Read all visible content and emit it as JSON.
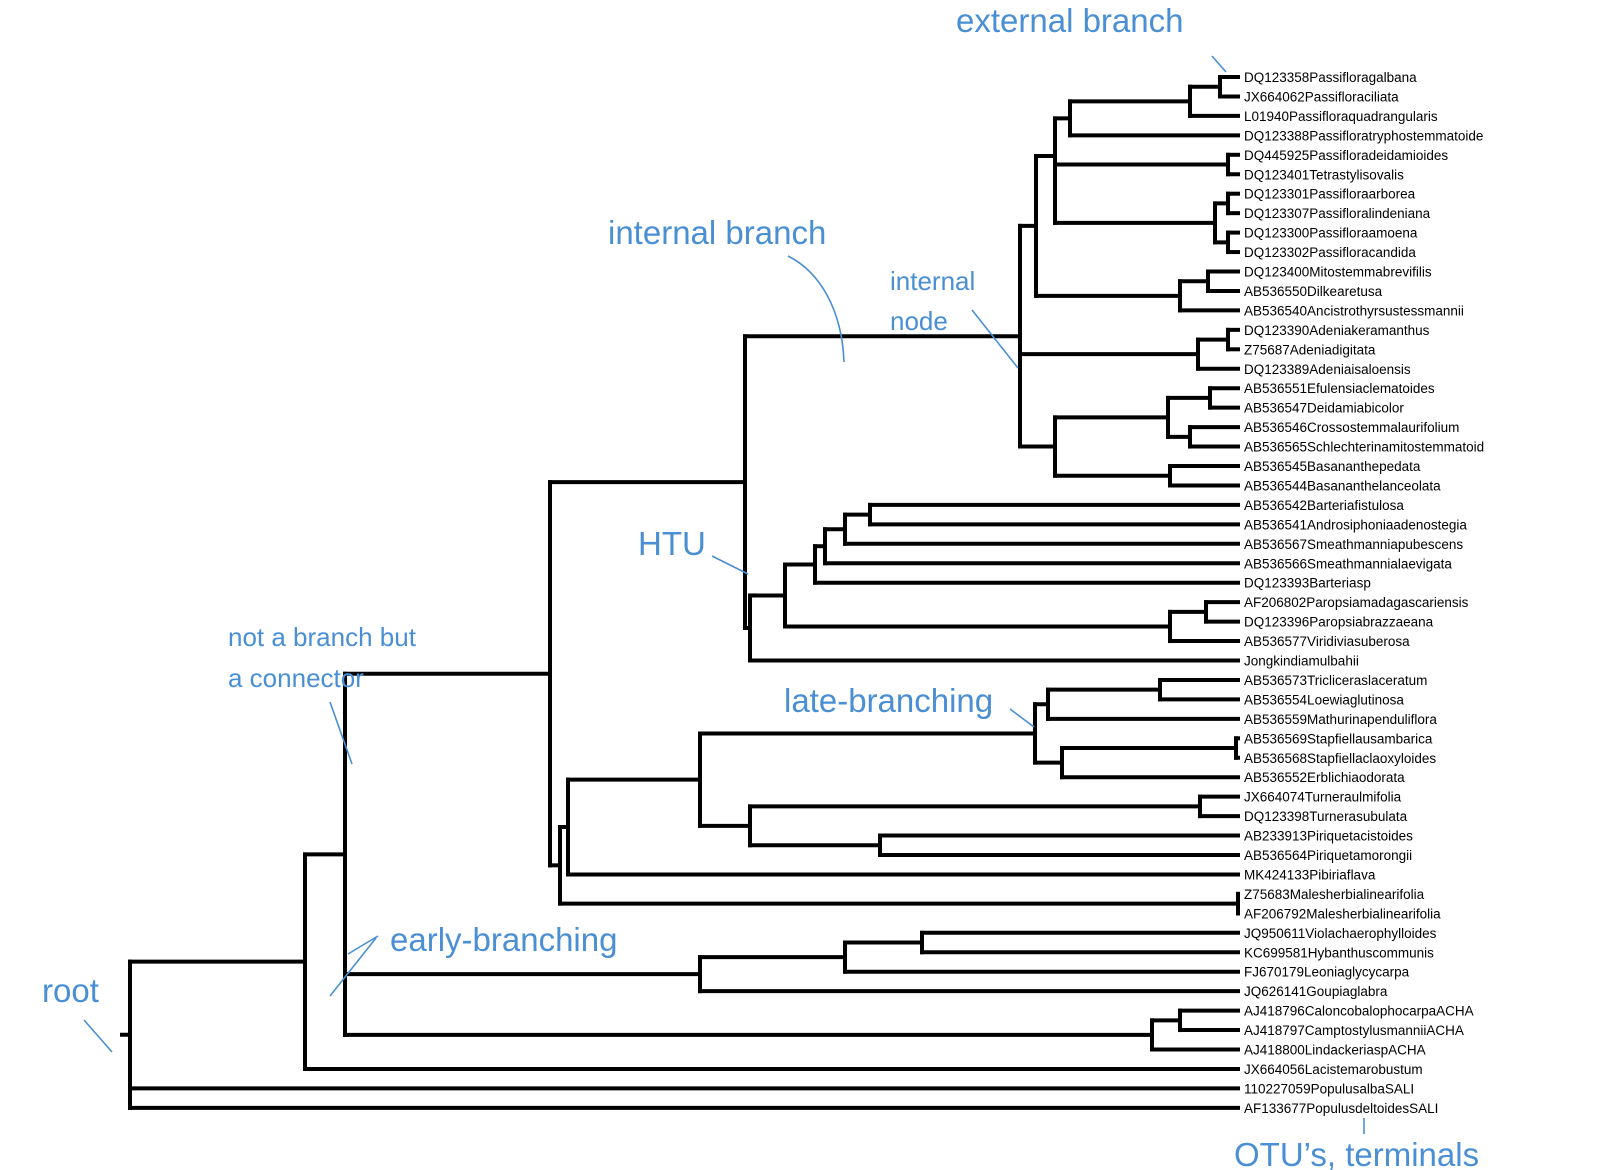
{
  "taxa": [
    "DQ123358Passifloragalbana",
    "JX664062Passifloraciliata",
    "L01940Passifloraquadrangularis",
    "DQ123388Passifloratryphostemmatoide",
    "DQ445925Passifloradeidamioides",
    "DQ123401Tetrastylisovalis",
    "DQ123301Passifloraarborea",
    "DQ123307Passifloralindeniana",
    "DQ123300Passifloraamoena",
    "DQ123302Passifloracandida",
    "DQ123400Mitostemmabrevifilis",
    "AB536550Dilkearetusa",
    "AB536540Ancistrothyrsustessmannii",
    "DQ123390Adeniakeramanthus",
    "Z75687Adeniadigitata",
    "DQ123389Adeniaisaloensis",
    "AB536551Efulensiaclematoides",
    "AB536547Deidamiabicolor",
    "AB536546Crossostemmalaurifolium",
    "AB536565Schlechterinamitostemmatoid",
    "AB536545Basananthepedata",
    "AB536544Basananthelanceolata",
    "AB536542Barteriafistulosa",
    "AB536541Androsiphoniaadenostegia",
    "AB536567Smeathmanniapubescens",
    "AB536566Smeathmannialaevigata",
    "DQ123393Barteriasp",
    "AF206802Paropsiamadagascariensis",
    "DQ123396Paropsiabrazzaeana",
    "AB536577Viridiviasuberosa",
    "Jongkindiamulbahii",
    "AB536573Tricliceraslaceratum",
    "AB536554Loewiaglutinosa",
    "AB536559Mathurinapenduliflora",
    "AB536569Stapfiellausambarica",
    "AB536568Stapfiellaclaoxyloides",
    "AB536552Erblichiaodorata",
    "JX664074Turneraulmifolia",
    "DQ123398Turnerasubulata",
    "AB233913Piriquetacistoides",
    "AB536564Piriquetamorongii",
    "MK424133Pibiriaflava",
    "Z75683Malesherbialinearifolia",
    "AF206792Malesherbialinearifolia",
    "JQ950611Violachaerophylloides",
    "KC699581Hybanthuscommunis",
    "FJ670179Leoniaglycycarpa",
    "JQ626141Goupiaglabra",
    "AJ418796CaloncobalophocarpaACHA",
    "AJ418797CamptostylusmanniiACHA",
    "AJ418800LindackeriaspACHA",
    "JX664056Lacistemarobustum",
    "110227059PopulusalbaSALI",
    "AF133677PopulusdeltoidesSALI"
  ],
  "annotations": {
    "external_branch": "external branch",
    "internal_branch": "internal branch",
    "internal_node_line1": "internal",
    "internal_node_line2": "node",
    "htu": "HTU",
    "connector_line1": "not a branch but",
    "connector_line2": "a connector",
    "late_branching": "late-branching",
    "early_branching": "early-branching",
    "root": "root",
    "otus": "OTU’s, terminals"
  }
}
